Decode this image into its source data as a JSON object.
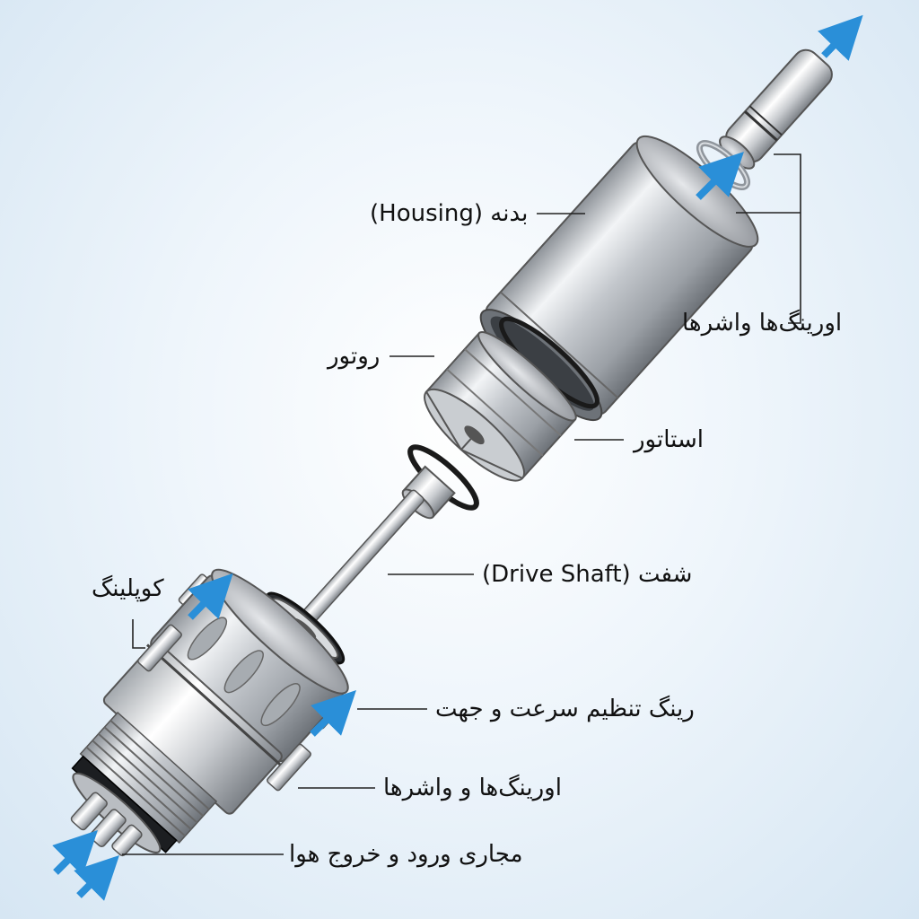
{
  "labels": {
    "housing": "بدنه (Housing)",
    "orings_top": "اورینگ‌ها واشرها",
    "rotor": "روتور",
    "stator": "استاتور",
    "shaft": "شفت (Drive Shaft)",
    "coupling": "کوپلینگ",
    "speed_ring": "رینگ تنظیم سرعت و جهت",
    "orings_bottom": "اورینگ‌ها و واشرها",
    "air_channels": "مجاری ورود و خروج هوا"
  },
  "colors": {
    "arrow": "#2a8fd8",
    "metal_dark": "#7a7f86",
    "metal_light": "#f4f6f8",
    "oring": "#1a1a1a",
    "leader": "#222222"
  }
}
